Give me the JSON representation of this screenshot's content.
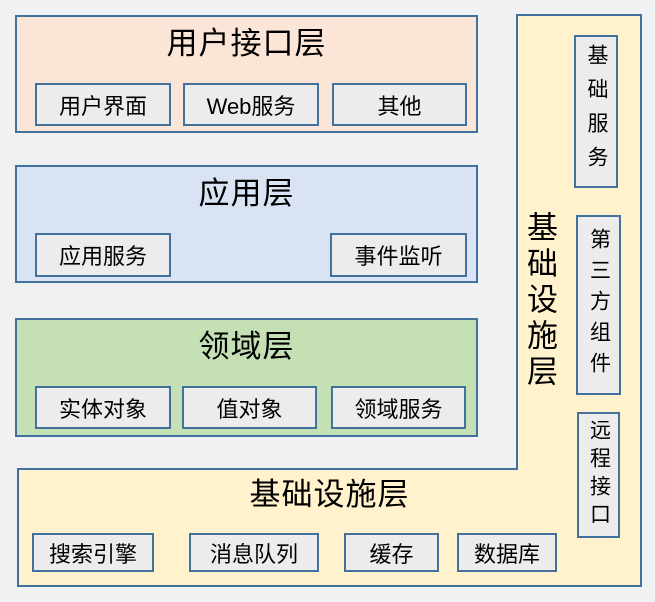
{
  "diagram": {
    "kind": "ddd-layered-architecture",
    "palette": {
      "page_background": "#f0f1f2",
      "border_blue": "#41719c",
      "user_interface_fill": "#fbe5d6",
      "application_fill": "#dae3f3",
      "domain_fill": "#c5e0b4",
      "infrastructure_fill": "#fff2cc",
      "component_fill": "#ececec",
      "text": "#000000"
    }
  },
  "layers": [
    {
      "title": "用户接口层",
      "boxes": [
        "用户界面",
        "Web服务",
        "其他"
      ]
    },
    {
      "title": "应用层",
      "boxes": [
        "应用服务",
        "事件监听"
      ]
    },
    {
      "title": "领域层",
      "boxes": [
        "实体对象",
        "值对象",
        "领域服务"
      ]
    },
    {
      "title": "基础设施层",
      "boxes": [
        "搜索引擎",
        "消息队列",
        "缓存",
        "数据库"
      ]
    }
  ],
  "sidebar": {
    "title": "基础设施层",
    "boxes": [
      "基础服务",
      "第三方组件",
      "远程接口"
    ]
  }
}
